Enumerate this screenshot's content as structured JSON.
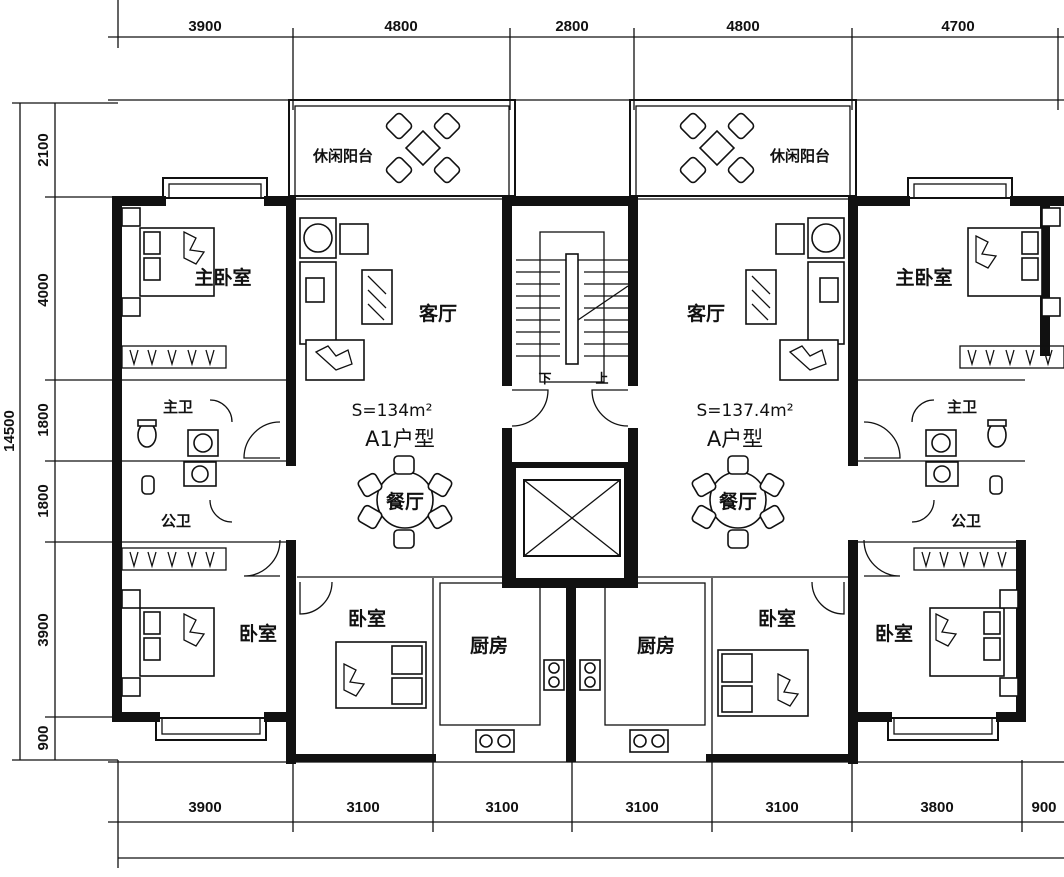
{
  "dimensions": {
    "top": [
      "3900",
      "4800",
      "2800",
      "4800",
      "4700"
    ],
    "bottom": [
      "3900",
      "3100",
      "3100",
      "3100",
      "3100",
      "3800",
      "900"
    ],
    "left_segments": [
      "2100",
      "4000",
      "1800",
      "1800",
      "3900",
      "900"
    ],
    "left_total": "14500"
  },
  "units": {
    "left": {
      "name": "A1户型",
      "area": "S=134m²"
    },
    "right": {
      "name": "A户型",
      "area": "S=137.4m²"
    }
  },
  "rooms": {
    "balcony_left": "休闲阳台",
    "balcony_right": "休闲阳台",
    "master_bedroom_left": "主卧室",
    "master_bedroom_right": "主卧室",
    "living_left": "客厅",
    "living_right": "客厅",
    "master_bath_left": "主卫",
    "master_bath_right": "主卫",
    "public_bath_left": "公卫",
    "public_bath_right": "公卫",
    "dining_left": "餐厅",
    "dining_right": "餐厅",
    "bedroom_left_outer": "卧室",
    "bedroom_left_inner": "卧室",
    "bedroom_right_inner": "卧室",
    "bedroom_right_outer": "卧室",
    "kitchen_left": "厨房",
    "kitchen_right": "厨房"
  },
  "stair": {
    "down": "下",
    "up": "上"
  }
}
